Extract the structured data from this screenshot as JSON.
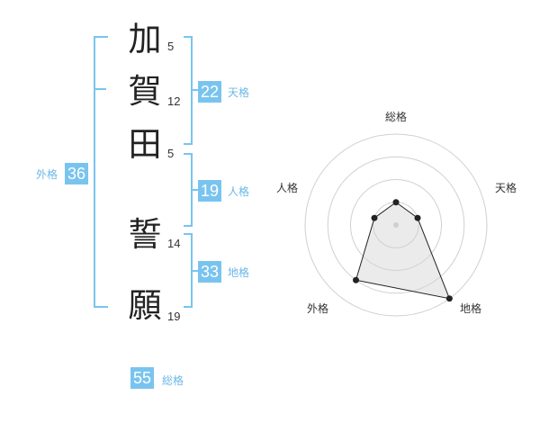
{
  "name": {
    "characters": [
      {
        "char": "加",
        "strokes": "5"
      },
      {
        "char": "賀",
        "strokes": "12"
      },
      {
        "char": "田",
        "strokes": "5"
      },
      {
        "char": "誓",
        "strokes": "14"
      },
      {
        "char": "願",
        "strokes": "19"
      }
    ]
  },
  "fortune": {
    "tenkaku": {
      "value": "22",
      "label": "天格"
    },
    "jinkaku": {
      "value": "19",
      "label": "人格"
    },
    "chikaku": {
      "value": "33",
      "label": "地格"
    },
    "gaikaku": {
      "value": "36",
      "label": "外格"
    },
    "soukaku": {
      "value": "55",
      "label": "総格"
    }
  },
  "colors": {
    "accent": "#79c4ef",
    "accent_text": "#6bb8e6"
  },
  "chart_data": {
    "type": "radar",
    "axes": [
      "総格",
      "天格",
      "地格",
      "外格",
      "人格"
    ],
    "values": [
      1,
      1,
      4,
      3,
      1
    ],
    "range": [
      0,
      4
    ],
    "rings": 4
  }
}
